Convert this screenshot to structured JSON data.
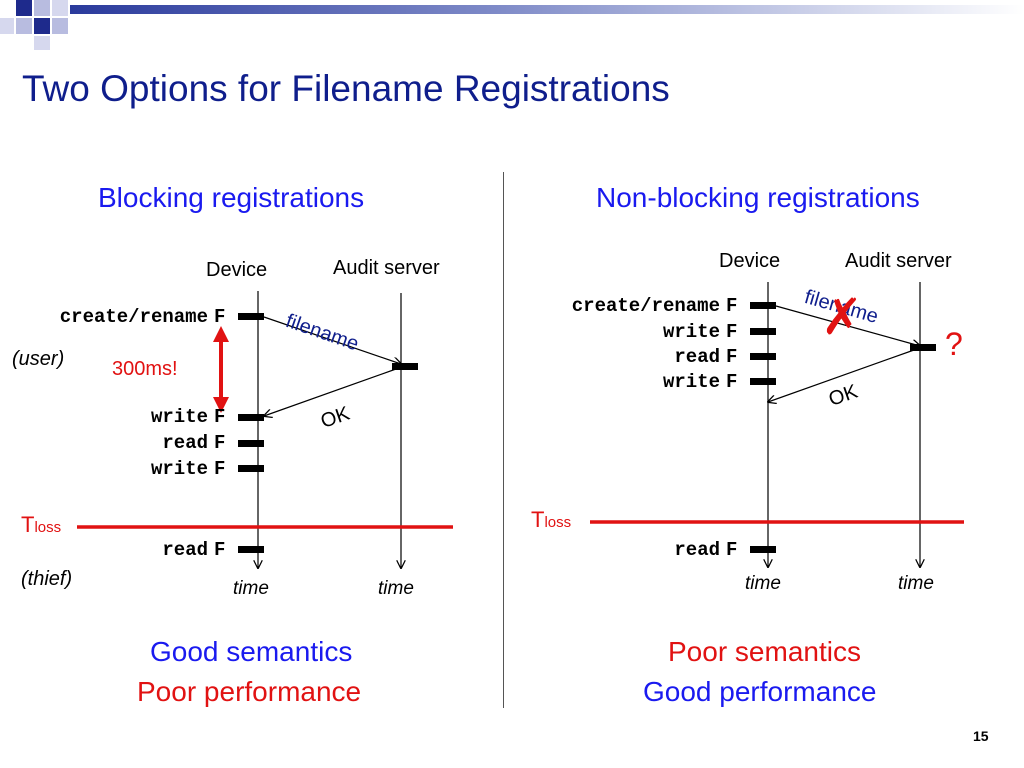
{
  "slide": {
    "title": "Two Options for Filename Registrations",
    "page_number": "15"
  },
  "blocking": {
    "heading": "Blocking registrations",
    "device_label": "Device",
    "server_label": "Audit server",
    "ops": [
      {
        "op": "create/rename",
        "file": "F"
      },
      {
        "op": "write",
        "file": "F"
      },
      {
        "op": "read",
        "file": "F"
      },
      {
        "op": "write",
        "file": "F"
      },
      {
        "op": "read",
        "file": "F"
      }
    ],
    "user_note": "(user)",
    "thief_note": "(thief)",
    "delay_label": "300ms!",
    "msg_request": "filename",
    "msg_reply": "OK",
    "tloss_main": "T",
    "tloss_sub": "loss",
    "time_device": "time",
    "time_server": "time",
    "verdict_line1": "Good semantics",
    "verdict_line2": "Poor performance"
  },
  "nonblocking": {
    "heading": "Non-blocking registrations",
    "device_label": "Device",
    "server_label": "Audit server",
    "ops": [
      {
        "op": "create/rename",
        "file": "F"
      },
      {
        "op": "write",
        "file": "F"
      },
      {
        "op": "read",
        "file": "F"
      },
      {
        "op": "write",
        "file": "F"
      },
      {
        "op": "read",
        "file": "F"
      }
    ],
    "msg_request": "filename",
    "msg_reply": "OK",
    "lost_mark": "✗",
    "unknown_mark": "?",
    "tloss_main": "T",
    "tloss_sub": "loss",
    "time_device": "time",
    "time_server": "time",
    "verdict_line1": "Poor semantics",
    "verdict_line2": "Good performance"
  },
  "colors": {
    "title": "#0f1e8c",
    "heading": "#1a1aef",
    "good": "#1a1aef",
    "bad": "#e11212",
    "tloss_line": "#e11212",
    "arrow_text": "#0f1e8c",
    "deco_dark": "#2a3a9c",
    "deco_light": "#b8bce0"
  }
}
